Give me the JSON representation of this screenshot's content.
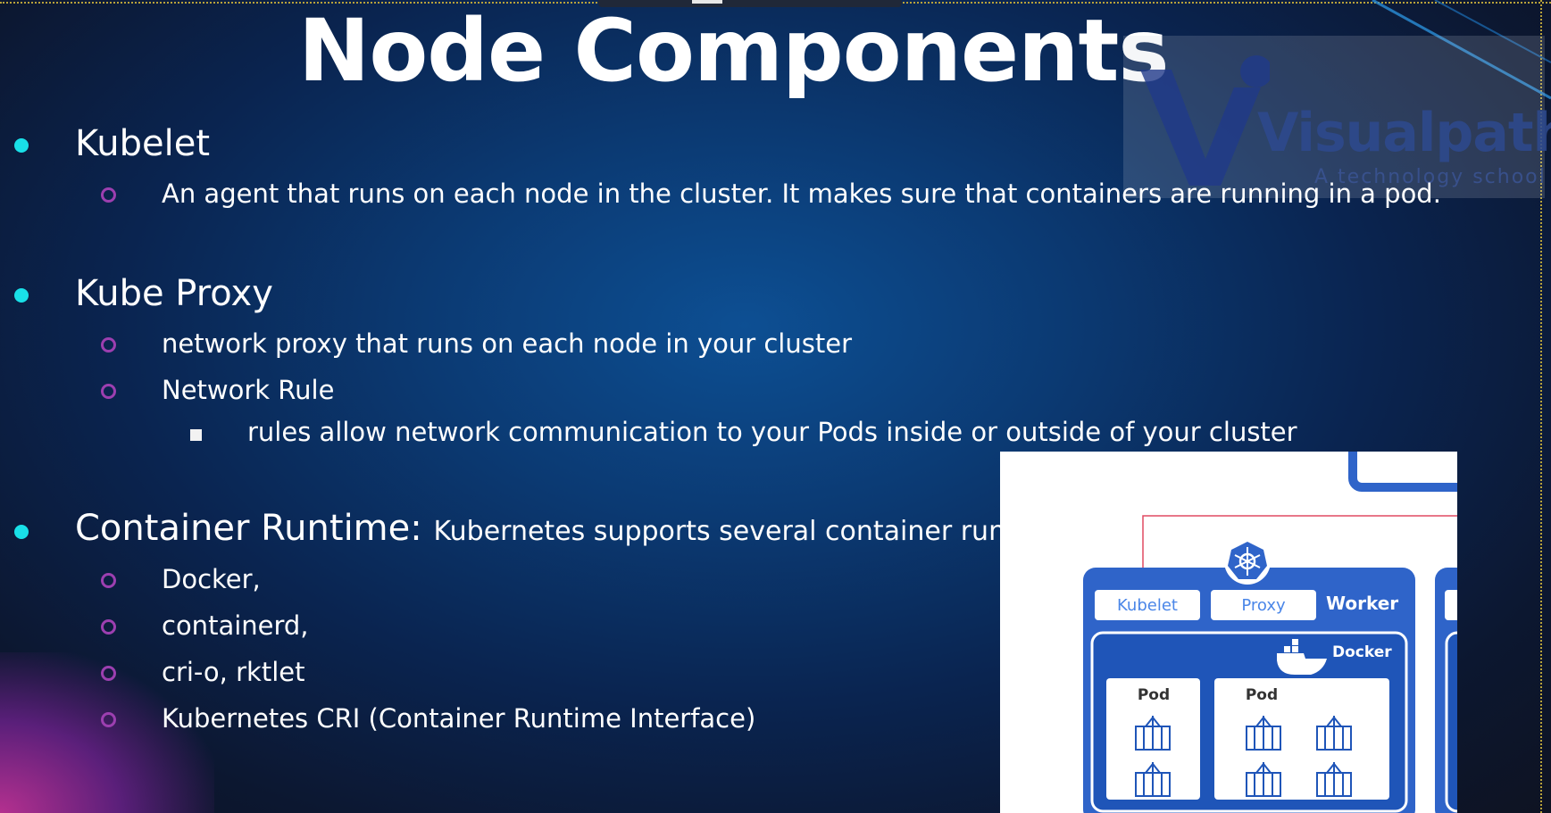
{
  "slide": {
    "title": "Node Components",
    "watermark": {
      "brand": "Visualpath",
      "tagline": "A technology school"
    },
    "sections": [
      {
        "heading": "Kubelet",
        "items": [
          {
            "text": "An agent that runs on each node in the cluster. It makes sure that containers are running in a pod."
          }
        ]
      },
      {
        "heading": "Kube Proxy",
        "items": [
          {
            "text": "network proxy that runs on each node in your cluster"
          },
          {
            "text": "Network Rule",
            "subitems": [
              "rules allow network communication to your Pods inside or outside of your cluster"
            ]
          }
        ]
      },
      {
        "heading": "Container Runtime:",
        "heading_tail": "Kubernetes supports several container runtim",
        "items": [
          {
            "text": "Docker,"
          },
          {
            "text": "containerd,"
          },
          {
            "text": "cri-o, rktlet"
          },
          {
            "text": "Kubernetes CRI (Container Runtime Interface)"
          }
        ]
      }
    ],
    "diagram": {
      "kubelet_label": "Kubelet",
      "proxy_label": "Proxy",
      "worker_label": "Worker",
      "docker_label": "Docker",
      "pod_label_1": "Pod",
      "pod_label_2": "Pod",
      "colors": {
        "node": "#2f64c9",
        "inner": "#1f55b8",
        "link": "#e04a62"
      }
    }
  }
}
